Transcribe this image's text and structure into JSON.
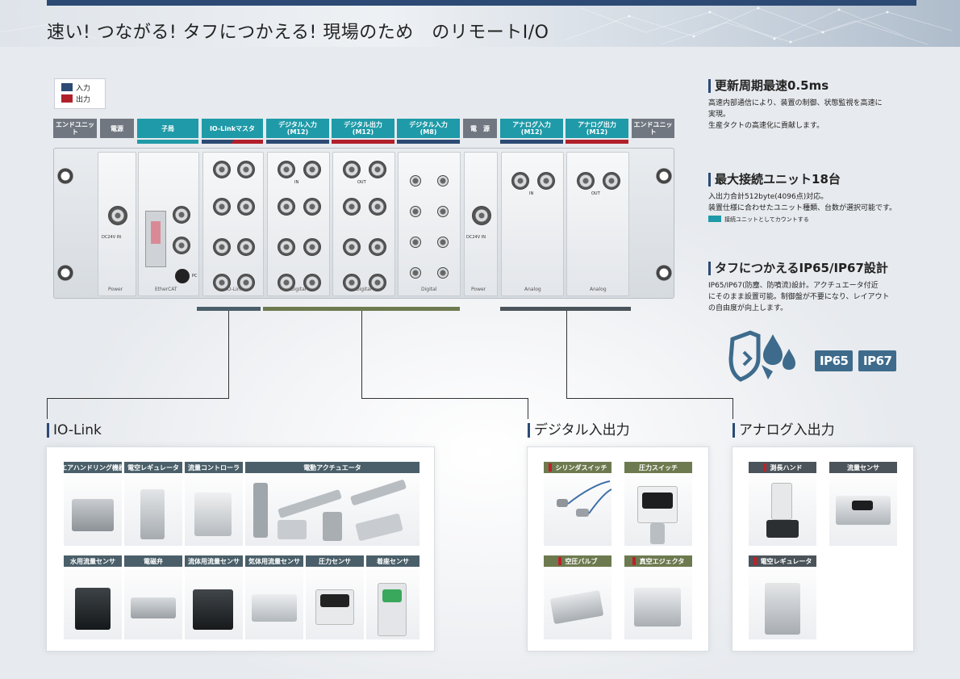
{
  "headline": "速い! つながる! タフにつかえる!  現場のため　のリモートI/O",
  "legend": {
    "input_label": "入力",
    "output_label": "出力",
    "input_color": "#2c4a74",
    "output_color": "#b0202a"
  },
  "module_headers": [
    {
      "label": "エンドユニット",
      "color": "#707780",
      "stripe": ""
    },
    {
      "label": "電源",
      "color": "#707780",
      "stripe": ""
    },
    {
      "label": "子局",
      "color": "#1f9aa8",
      "stripe": "#1f9aa8"
    },
    {
      "label": "IO-Linkマスタ",
      "color": "#1f9aa8",
      "stripe": "split"
    },
    {
      "label": "デジタル入力\n(M12)",
      "color": "#1f9aa8",
      "stripe": "#2c4a74"
    },
    {
      "label": "デジタル出力\n(M12)",
      "color": "#1f9aa8",
      "stripe": "#b0202a"
    },
    {
      "label": "デジタル入力\n(M8)",
      "color": "#1f9aa8",
      "stripe": "#2c4a74"
    },
    {
      "label": "電　源",
      "color": "#707780",
      "stripe": ""
    },
    {
      "label": "アナログ入力\n(M12)",
      "color": "#1f9aa8",
      "stripe": "#2c4a74"
    },
    {
      "label": "アナログ出力\n(M12)",
      "color": "#1f9aa8",
      "stripe": "#b0202a"
    },
    {
      "label": "エンドユニット",
      "color": "#707780",
      "stripe": ""
    }
  ],
  "device": {
    "power_label": "Power",
    "ethercat_label": "EtherCAT",
    "iolink_label": "IO-Link",
    "digital_label": "Digital",
    "analog_label": "Analog",
    "dc_in_label": "DC24V IN",
    "in_label": "IN",
    "out_label": "OUT",
    "pc_label": "PC"
  },
  "features": [
    {
      "title": "更新周期最速0.5ms",
      "body": "高速内部通信により、装置の制御、状態監視を高速に\n実現。\n生産タクトの高速化に貢献します。"
    },
    {
      "title": "最大接続ユニット18台",
      "body": "入出力合計512byte(4096点)対応。\n装置仕様に合わせたユニット種類、台数が選択可能です。",
      "note": "接続ユニットとしてカウントする"
    },
    {
      "title": "タフにつかえるIP65/IP67設計",
      "body": "IP65/IP67(防塵、防噴流)設計。アクチュエータ付近\nにそのまま設置可能。制御盤が不要になり、レイアウト\nの自由度が向上します。"
    }
  ],
  "ip_badges": [
    "IP65",
    "IP67"
  ],
  "sections": {
    "iolink": {
      "title": "IO-Link",
      "items": [
        "エアハンドリング機器",
        "電空レギュレータ",
        "流量コントローラ",
        "電動アクチュエータ",
        "水用流量センサ",
        "電磁弁",
        "流体用流量センサ",
        "気体用流量センサ",
        "圧力センサ",
        "着座センサ"
      ]
    },
    "digital": {
      "title": "デジタル入出力",
      "items": [
        "シリンダスイッチ",
        "圧力スイッチ",
        "空圧バルブ",
        "真空エジェクタ"
      ]
    },
    "analog": {
      "title": "アナログ入出力",
      "items": [
        "測長ハンド",
        "流量センサ",
        "電空レギュレータ"
      ]
    }
  }
}
